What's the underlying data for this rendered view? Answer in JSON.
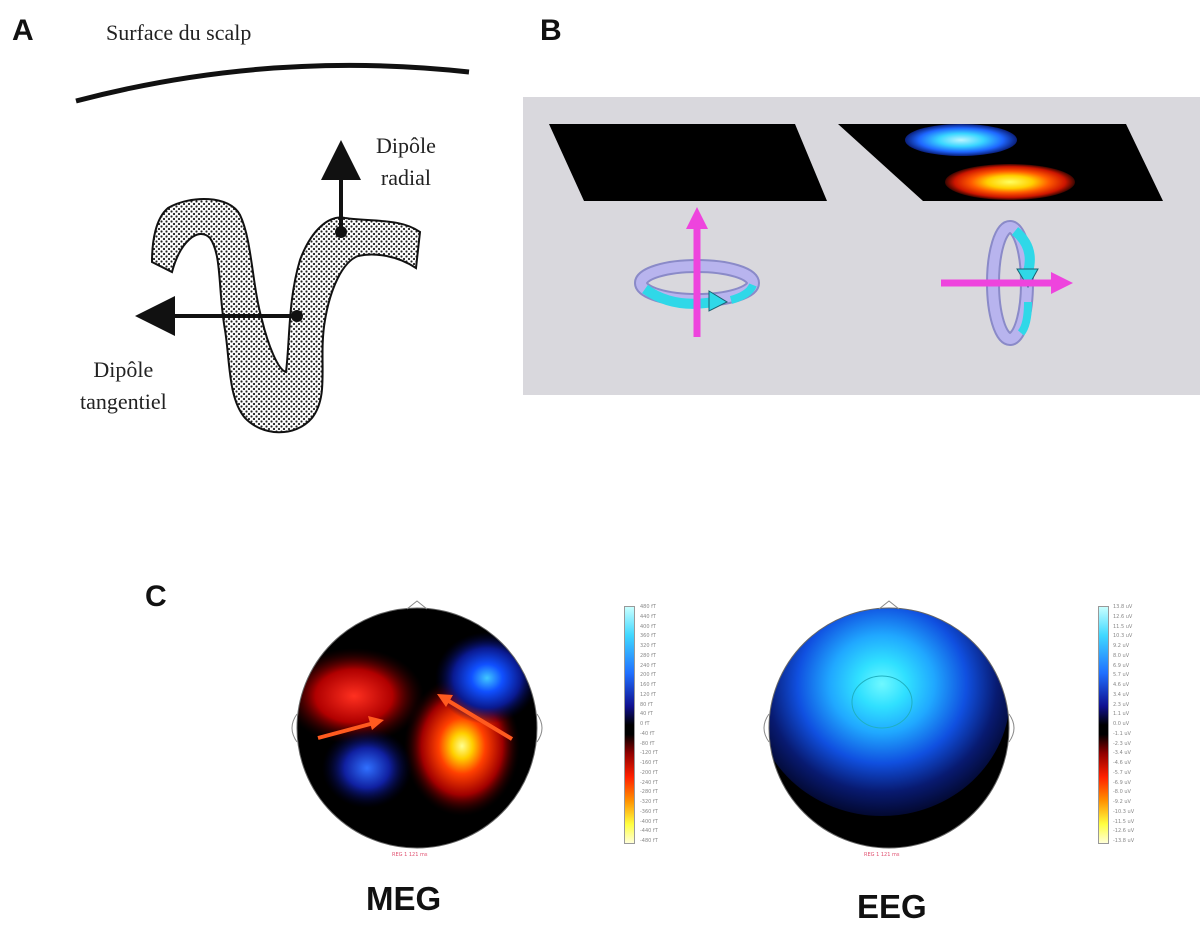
{
  "panelA": {
    "letter": "A",
    "scalp_label": "Surface du scalp",
    "radial_label_line1": "Dipôle",
    "radial_label_line2": "radial",
    "tangential_label_line1": "Dipôle",
    "tangential_label_line2": "tangentiel"
  },
  "panelB": {
    "letter": "B",
    "background_color": "#d9d8dd",
    "left_dipole_color": "#ee44dd",
    "right_dipole_color": "#ee44dd"
  },
  "panelC": {
    "letter": "C",
    "meg_label": "MEG",
    "eeg_label": "EEG",
    "meg_footer": "REG 1 121 ms",
    "eeg_footer": "REG 1 121 ms",
    "meg_scale": [
      "480 fT",
      "440 fT",
      "400 fT",
      "360 fT",
      "320 fT",
      "280 fT",
      "240 fT",
      "200 fT",
      "160 fT",
      "120 fT",
      "80 fT",
      "40 fT",
      "0 fT",
      "-40 fT",
      "-80 fT",
      "-120 fT",
      "-160 fT",
      "-200 fT",
      "-240 fT",
      "-280 fT",
      "-320 fT",
      "-360 fT",
      "-400 fT",
      "-440 fT",
      "-480 fT"
    ],
    "eeg_scale": [
      "13.8 uV",
      "12.6 uV",
      "11.5 uV",
      "10.3 uV",
      "9.2 uV",
      "8.0 uV",
      "6.9 uV",
      "5.7 uV",
      "4.6 uV",
      "3.4 uV",
      "2.3 uV",
      "1.1 uV",
      "0.0 uV",
      "-1.1 uV",
      "-2.3 uV",
      "-3.4 uV",
      "-4.6 uV",
      "-5.7 uV",
      "-6.9 uV",
      "-8.0 uV",
      "-9.2 uV",
      "-10.3 uV",
      "-11.5 uV",
      "-12.6 uV",
      "-13.8 uV"
    ],
    "arrow_color": "#ff5a1f"
  }
}
